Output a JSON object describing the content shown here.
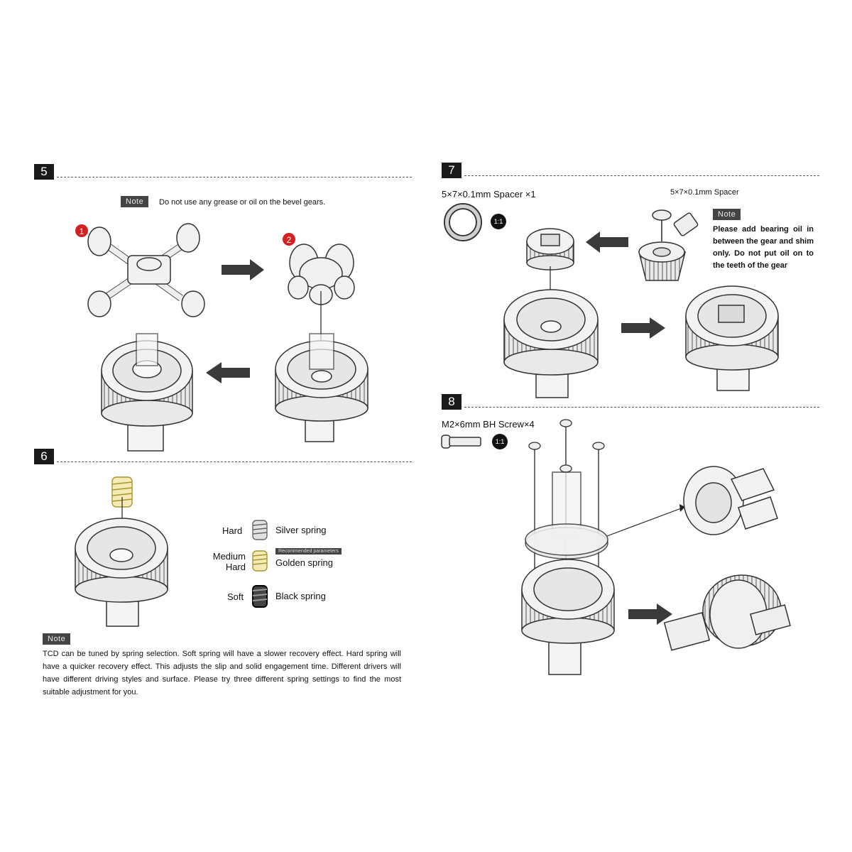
{
  "steps": {
    "s5": {
      "number": "5",
      "note_label": "Note",
      "note_text": "Do not use any grease or oil on the bevel gears.",
      "markers": [
        "1",
        "2"
      ]
    },
    "s6": {
      "number": "6",
      "springs": [
        {
          "hardness": "Hard",
          "name": "Silver spring",
          "color": "#b8b8b8"
        },
        {
          "hardness": "Medium Hard",
          "name": "Golden spring",
          "color": "#e8d77a",
          "badge": "Recommended parameters"
        },
        {
          "hardness": "Soft",
          "name": "Black spring",
          "color": "#222222"
        }
      ],
      "note_label": "Note",
      "note_text": "TCD can be tuned by spring selection. Soft spring will have a slower recovery effect.  Hard spring will have a quicker recovery effect. This adjusts the slip and solid engagement time. Different drivers will have different driving styles and surface.  Please try three different spring settings to find the most suitable adjustment for you."
    },
    "s7": {
      "number": "7",
      "part_label": "5×7×0.1mm Spacer ×1",
      "ratio": "1:1",
      "callout_label": "5×7×0.1mm Spacer",
      "note_label": "Note",
      "note_text": "Please add bearing oil in between the gear and shim only. Do not put oil on to the teeth of the gear"
    },
    "s8": {
      "number": "8",
      "part_label": "M2×6mm BH Screw×4",
      "ratio": "1:1"
    }
  },
  "colors": {
    "marker_red": "#d42020",
    "ink": "#1a1a1a",
    "arrow": "#3a3a3a"
  }
}
